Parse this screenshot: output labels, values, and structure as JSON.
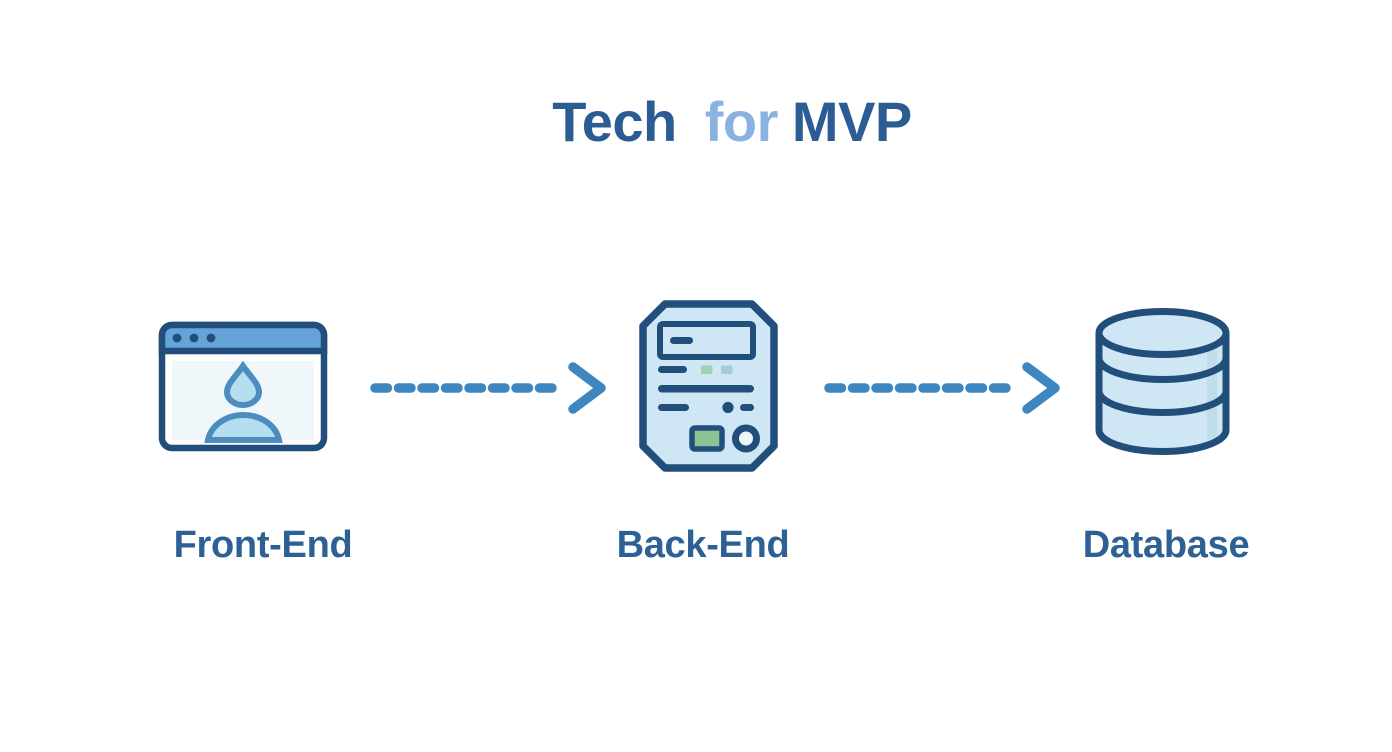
{
  "title": {
    "word1": "Tech",
    "word2": "for",
    "word3": "MVP",
    "full": "Tech for MVP"
  },
  "nodes": [
    {
      "id": "front-end",
      "label": "Front-End",
      "icon": "browser-user-icon"
    },
    {
      "id": "back-end",
      "label": "Back-End",
      "icon": "server-icon"
    },
    {
      "id": "database",
      "label": "Database",
      "icon": "database-cylinder-icon"
    }
  ],
  "connectors": [
    {
      "from": "Front-End",
      "to": "Back-End",
      "style": "dashed-arrow-right"
    },
    {
      "from": "Back-End",
      "to": "Database",
      "style": "dashed-arrow-right"
    }
  ],
  "colors": {
    "background": "#ffffff",
    "title_dark": "#2b5c94",
    "title_light": "#8ab1e0",
    "label_text": "#2d6095",
    "outline_dark": "#224e7b",
    "icon_fill": "#cfe7f5",
    "icon_fill_soft": "#eef6fa",
    "browser_bar": "#66a3d9",
    "panel_fill": "#f0f7fa",
    "avatar_fill": "#b5def0",
    "avatar_outline": "#4d8cbe",
    "arrow": "#3e86c0",
    "green_fill": "#8fc394",
    "teal_chip": "#9fd1b4",
    "blue_chip": "#a9cbd8",
    "db_shade": "#b9d7e6"
  }
}
